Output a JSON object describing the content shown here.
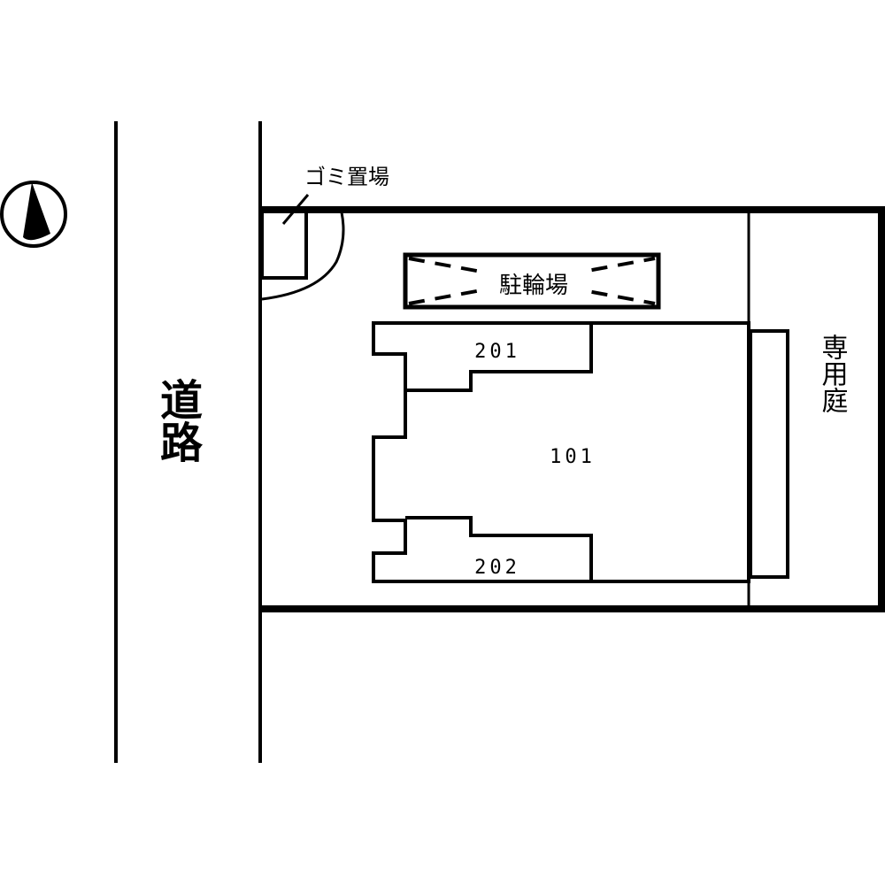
{
  "road": {
    "label": "道路"
  },
  "garbage_area": {
    "label": "ゴミ置場"
  },
  "bicycle_parking": {
    "label": "駐輪場"
  },
  "private_garden": {
    "label": "専用庭"
  },
  "units": [
    {
      "number": "201"
    },
    {
      "number": "101"
    },
    {
      "number": "202"
    }
  ],
  "compass": {
    "icon": "north-arrow-icon"
  },
  "colors": {
    "ink": "#000000",
    "background": "#ffffff"
  }
}
